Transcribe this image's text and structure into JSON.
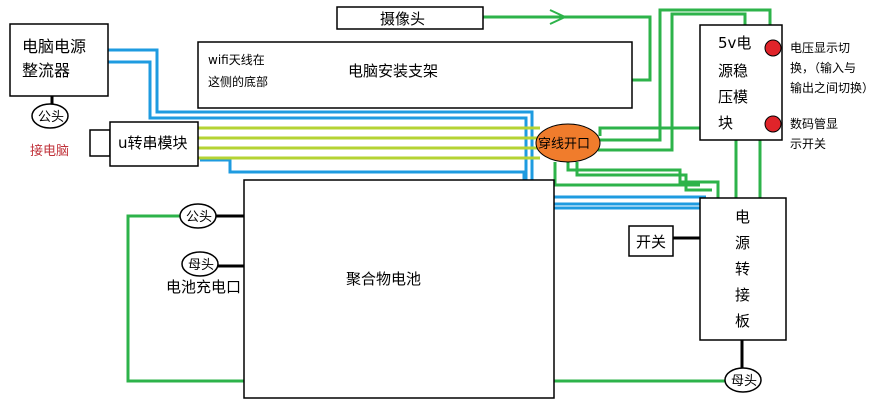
{
  "labels": {
    "rectifier_line1": "电脑电源",
    "rectifier_line2": "整流器",
    "male_plug": "公头",
    "connect_pc": "接电脑",
    "usb_serial": "u转串模块",
    "camera": "摄像头",
    "wifi_line1": "wifi天线在",
    "wifi_line2": "这侧的底部",
    "pc_mount": "电脑安装支架",
    "v5_line1": "5v电",
    "v5_line2": "源稳",
    "v5_line3": "压模",
    "v5_line4": "块",
    "voltage_note_line1": "电压显示切",
    "voltage_note_line2": "换，（输入与",
    "voltage_note_line3": "输出之间切换）",
    "digital_note_line1": "数码管显",
    "digital_note_line2": "示开关",
    "pass_opening": "穿线开口",
    "switch": "开关",
    "pconv_1": "电",
    "pconv_2": "源",
    "pconv_3": "转",
    "pconv_4": "接",
    "pconv_5": "板",
    "battery": "聚合物电池",
    "battery_male": "公头",
    "battery_female": "母头",
    "battery_charge_port": "电池充电口",
    "female_bottom": "母头"
  },
  "colors": {
    "power_wire": "#2db34a",
    "serial_wire": "#1e9be0",
    "signal_wire": "#b5d334",
    "opening_fill": "#f07c2c",
    "indicator_red": "#e0242a",
    "note_red": "#c0323a"
  }
}
